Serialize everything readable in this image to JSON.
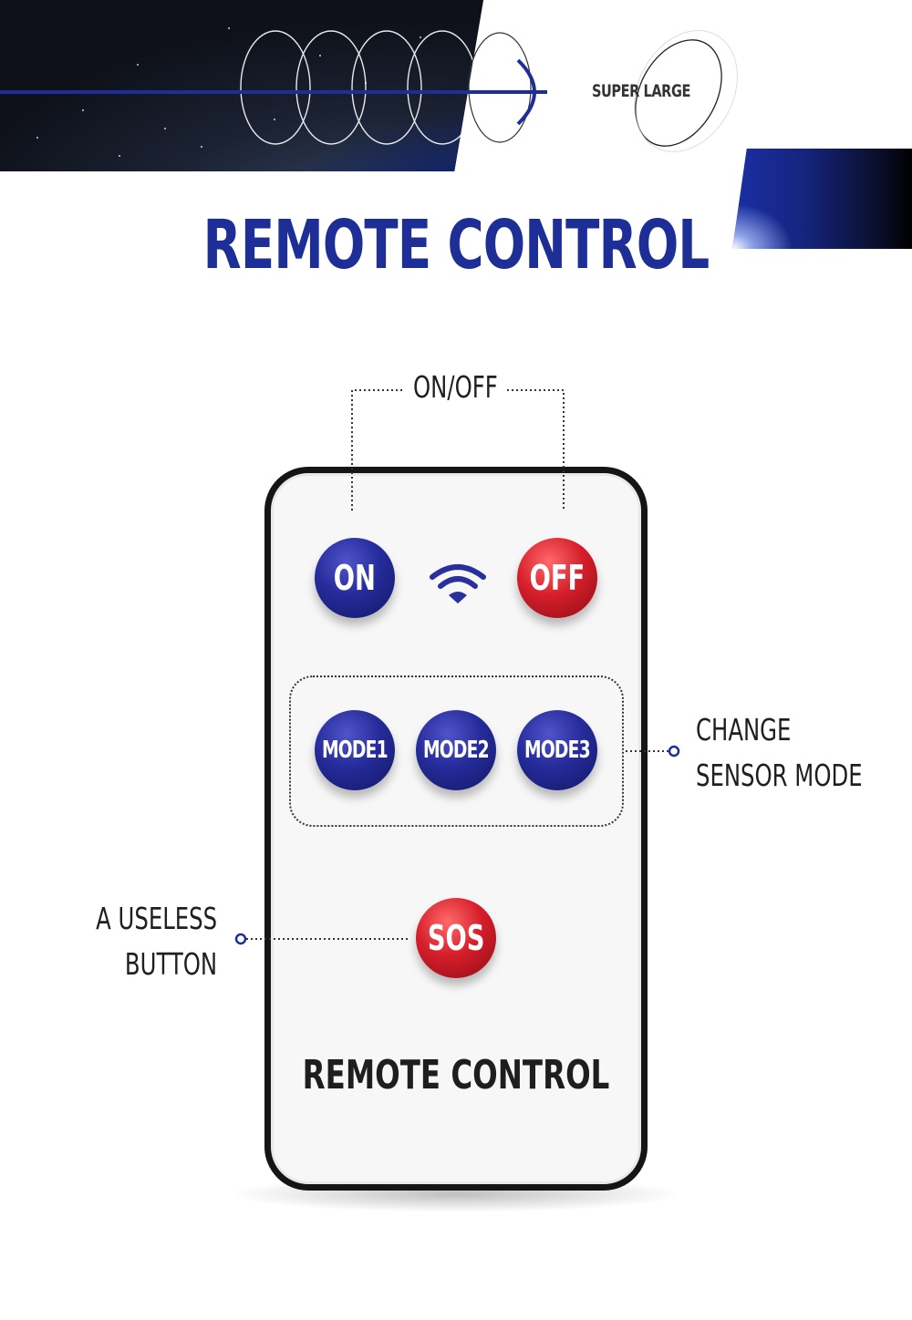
{
  "banner": {
    "tag": "SUPER LARGE"
  },
  "title": "REMOTE CONTROL",
  "remote": {
    "buttons": {
      "on": "ON",
      "off": "OFF",
      "mode1": "MODE1",
      "mode2": "MODE2",
      "mode3": "MODE3",
      "sos": "SOS"
    },
    "label": "REMOTE CONTROL"
  },
  "callouts": {
    "onoff": "ON/OFF",
    "mode_line1": "CHANGE",
    "mode_line2": "SENSOR MODE",
    "sos_line1": "A USELESS",
    "sos_line2": "BUTTON"
  },
  "colors": {
    "accent_blue": "#1d2e97",
    "button_blue": "#252b9a",
    "button_red": "#d61f2b",
    "wifi": "#2a2f9e"
  },
  "icons": {
    "wifi": "wifi-icon",
    "arrow": "arrow-right-icon"
  }
}
